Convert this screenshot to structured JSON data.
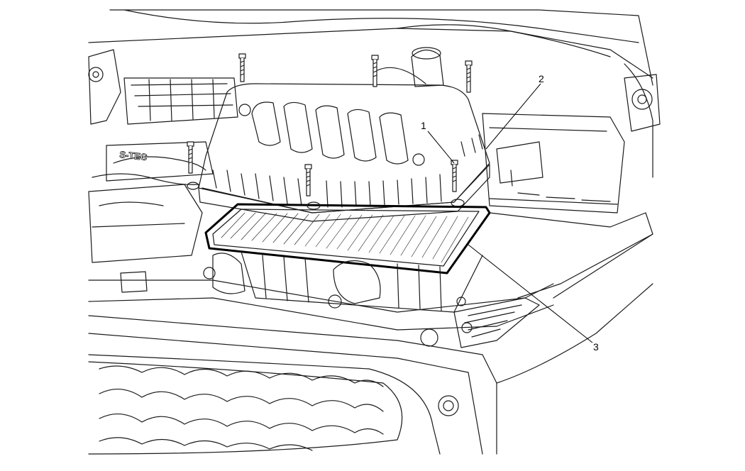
{
  "colors": {
    "line": "#1a1a1a",
    "paper": "#ffffff",
    "highlight": "#000000"
  },
  "callouts": [
    {
      "id": "1",
      "label": "1"
    },
    {
      "id": "2",
      "label": "2"
    },
    {
      "id": "3",
      "label": "3"
    }
  ],
  "engine_bay": {
    "intake_marking": "S-TEC"
  }
}
